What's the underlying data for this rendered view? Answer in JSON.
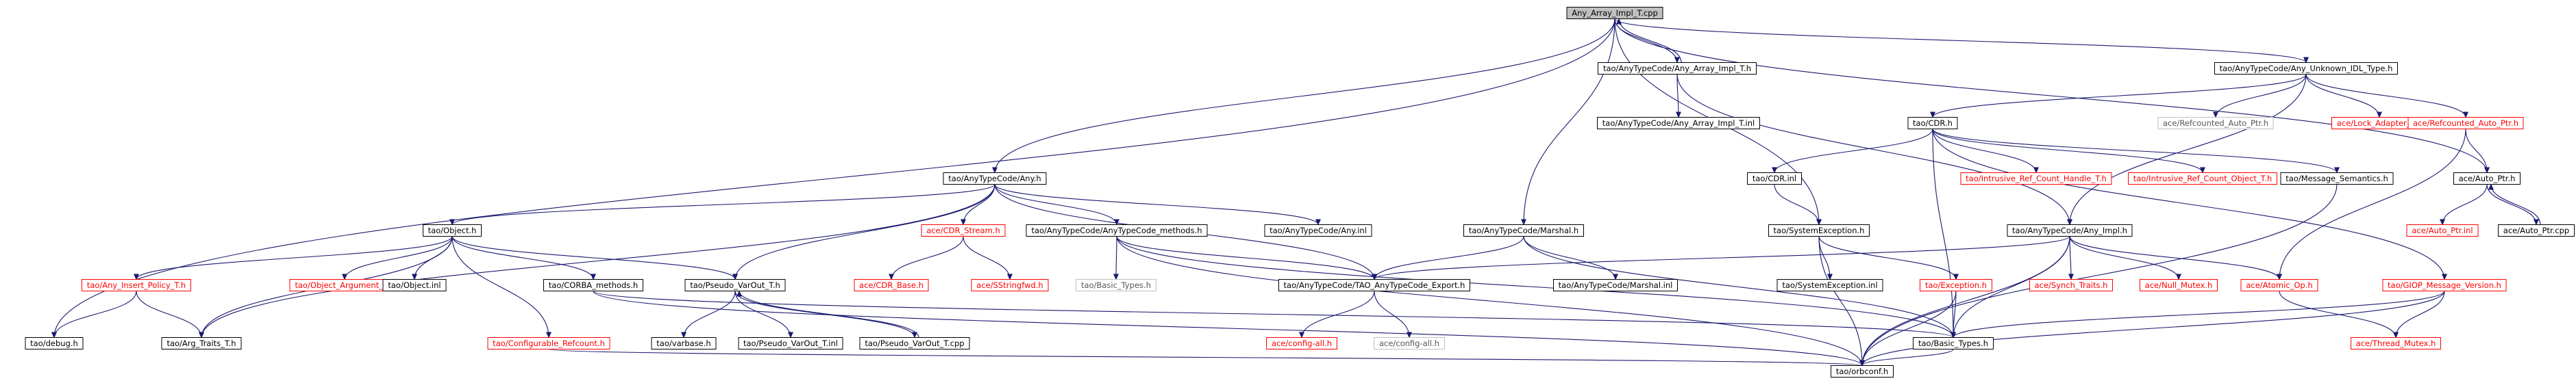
{
  "title": "Any_Array_Impl_T.cpp",
  "colors": {
    "root_fill": "#bfbfbf",
    "normal_border": "#000000",
    "normal_text": "#000000",
    "red_border": "#ff0000",
    "red_text": "#ff0000",
    "gray_border": "#bfbfbf",
    "gray_text": "#555555",
    "edge": "#191970"
  },
  "nodes": {
    "root": {
      "label": "Any_Array_Impl_T.cpp",
      "style": "root"
    },
    "debug": {
      "label": "tao/debug.h",
      "style": "normal"
    },
    "any": {
      "label": "tao/AnyTypeCode/Any.h",
      "style": "normal"
    },
    "aai": {
      "label": "tao/AnyTypeCode/Any_Array_Impl_T.h",
      "style": "normal"
    },
    "aainl": {
      "label": "tao/AnyTypeCode/Any_Array_Impl_T.inl",
      "style": "normal"
    },
    "marshal": {
      "label": "tao/AnyTypeCode/Marshal.h",
      "style": "normal"
    },
    "sysexc": {
      "label": "tao/SystemException.h",
      "style": "normal"
    },
    "unknown": {
      "label": "tao/AnyTypeCode/Any_Unknown_IDL_Type.h",
      "style": "normal"
    },
    "autoptr": {
      "label": "ace/Auto_Ptr.h",
      "style": "normal"
    },
    "cdr": {
      "label": "tao/CDR.h",
      "style": "normal"
    },
    "rcap": {
      "label": "ace/Refcounted_Auto_Ptr.h",
      "style": "gray"
    },
    "lockad": {
      "label": "ace/Lock_Adapter_T.h",
      "style": "red"
    },
    "rcap2": {
      "label": "ace/Refcounted_Auto_Ptr.h",
      "style": "red"
    },
    "object": {
      "label": "tao/Object.h",
      "style": "normal"
    },
    "cdrstream": {
      "label": "ace/CDR_Stream.h",
      "style": "red"
    },
    "atcmethods": {
      "label": "tao/AnyTypeCode/AnyTypeCode_methods.h",
      "style": "normal"
    },
    "anyinl": {
      "label": "tao/AnyTypeCode/Any.inl",
      "style": "normal"
    },
    "cdrinl": {
      "label": "tao/CDR.inl",
      "style": "normal"
    },
    "irch": {
      "label": "tao/Intrusive_Ref_Count_Handle_T.h",
      "style": "red"
    },
    "irco": {
      "label": "tao/Intrusive_Ref_Count_Object_T.h",
      "style": "red"
    },
    "msgsem": {
      "label": "tao/Message_Semantics.h",
      "style": "normal"
    },
    "anyimpl": {
      "label": "tao/AnyTypeCode/Any_Impl.h",
      "style": "normal"
    },
    "autoinl": {
      "label": "ace/Auto_Ptr.inl",
      "style": "red"
    },
    "autocpp": {
      "label": "ace/Auto_Ptr.cpp",
      "style": "normal"
    },
    "aip": {
      "label": "tao/Any_Insert_Policy_T.h",
      "style": "red"
    },
    "objarg": {
      "label": "tao/Object_Argument_T.h",
      "style": "red"
    },
    "objinl": {
      "label": "tao/Object.inl",
      "style": "normal"
    },
    "corbam": {
      "label": "tao/CORBA_methods.h",
      "style": "normal"
    },
    "pvo": {
      "label": "tao/Pseudo_VarOut_T.h",
      "style": "normal"
    },
    "cdrbase": {
      "label": "ace/CDR_Base.h",
      "style": "red"
    },
    "sstr": {
      "label": "ace/SStringfwd.h",
      "style": "red"
    },
    "basictypes_gray": {
      "label": "tao/Basic_Types.h",
      "style": "gray"
    },
    "export": {
      "label": "tao/AnyTypeCode/TAO_AnyTypeCode_Export.h",
      "style": "normal"
    },
    "marshalinl": {
      "label": "tao/AnyTypeCode/Marshal.inl",
      "style": "normal"
    },
    "sysexcinl": {
      "label": "tao/SystemException.inl",
      "style": "normal"
    },
    "exception": {
      "label": "tao/Exception.h",
      "style": "red"
    },
    "synch": {
      "label": "ace/Synch_Traits.h",
      "style": "red"
    },
    "nullmutex": {
      "label": "ace/Null_Mutex.h",
      "style": "red"
    },
    "atomic": {
      "label": "ace/Atomic_Op.h",
      "style": "red"
    },
    "giop": {
      "label": "tao/GIOP_Message_Version.h",
      "style": "red"
    },
    "argtraits": {
      "label": "tao/Arg_Traits_T.h",
      "style": "normal"
    },
    "confref": {
      "label": "tao/Configurable_Refcount.h",
      "style": "red"
    },
    "varbase": {
      "label": "tao/varbase.h",
      "style": "normal"
    },
    "pvoinl": {
      "label": "tao/Pseudo_VarOut_T.inl",
      "style": "normal"
    },
    "pvocpp": {
      "label": "tao/Pseudo_VarOut_T.cpp",
      "style": "normal"
    },
    "configall_red": {
      "label": "ace/config-all.h",
      "style": "red"
    },
    "configall_gray": {
      "label": "ace/config-all.h",
      "style": "gray"
    },
    "basictypes": {
      "label": "tao/Basic_Types.h",
      "style": "normal"
    },
    "threadmutex": {
      "label": "ace/Thread_Mutex.h",
      "style": "red"
    },
    "orbconf": {
      "label": "tao/orbconf.h",
      "style": "normal"
    }
  },
  "edges": [
    [
      "root",
      "debug"
    ],
    [
      "root",
      "any"
    ],
    [
      "root",
      "aai"
    ],
    [
      "root",
      "marshal"
    ],
    [
      "root",
      "sysexc"
    ],
    [
      "root",
      "unknown"
    ],
    [
      "root",
      "autoptr"
    ],
    [
      "aai",
      "root"
    ],
    [
      "aai",
      "aainl"
    ],
    [
      "aai",
      "anyimpl"
    ],
    [
      "unknown",
      "cdr"
    ],
    [
      "unknown",
      "rcap"
    ],
    [
      "unknown",
      "lockad"
    ],
    [
      "unknown",
      "rcap2"
    ],
    [
      "unknown",
      "anyimpl"
    ],
    [
      "cdr",
      "cdrinl"
    ],
    [
      "cdr",
      "irch"
    ],
    [
      "cdr",
      "irco"
    ],
    [
      "cdr",
      "msgsem"
    ],
    [
      "cdr",
      "giop"
    ],
    [
      "cdr",
      "basictypes"
    ],
    [
      "cdrinl",
      "sysexc"
    ],
    [
      "any",
      "object"
    ],
    [
      "any",
      "cdrstream"
    ],
    [
      "any",
      "atcmethods"
    ],
    [
      "any",
      "anyinl"
    ],
    [
      "any",
      "export"
    ],
    [
      "any",
      "argtraits"
    ],
    [
      "any",
      "pvo"
    ],
    [
      "object",
      "aip"
    ],
    [
      "object",
      "objarg"
    ],
    [
      "object",
      "objinl"
    ],
    [
      "object",
      "corbam"
    ],
    [
      "object",
      "pvo"
    ],
    [
      "object",
      "argtraits"
    ],
    [
      "object",
      "confref"
    ],
    [
      "aip",
      "debug"
    ],
    [
      "aip",
      "argtraits"
    ],
    [
      "corbam",
      "basictypes"
    ],
    [
      "corbam",
      "orbconf"
    ],
    [
      "pvo",
      "varbase"
    ],
    [
      "pvo",
      "pvoinl"
    ],
    [
      "pvo",
      "pvocpp"
    ],
    [
      "pvocpp",
      "pvo"
    ],
    [
      "confref",
      "orbconf"
    ],
    [
      "cdrstream",
      "cdrbase"
    ],
    [
      "cdrstream",
      "sstr"
    ],
    [
      "atcmethods",
      "basictypes_gray"
    ],
    [
      "atcmethods",
      "export"
    ],
    [
      "atcmethods",
      "basictypes"
    ],
    [
      "atcmethods",
      "orbconf"
    ],
    [
      "export",
      "configall_red"
    ],
    [
      "export",
      "configall_gray"
    ],
    [
      "marshal",
      "export"
    ],
    [
      "marshal",
      "marshalinl"
    ],
    [
      "marshal",
      "basictypes"
    ],
    [
      "sysexc",
      "sysexcinl"
    ],
    [
      "sysexc",
      "exception"
    ],
    [
      "sysexc",
      "orbconf"
    ],
    [
      "exception",
      "basictypes"
    ],
    [
      "exception",
      "orbconf"
    ],
    [
      "anyimpl",
      "export"
    ],
    [
      "anyimpl",
      "synch"
    ],
    [
      "anyimpl",
      "nullmutex"
    ],
    [
      "anyimpl",
      "atomic"
    ],
    [
      "anyimpl",
      "basictypes"
    ],
    [
      "anyimpl",
      "orbconf"
    ],
    [
      "atomic",
      "threadmutex"
    ],
    [
      "rcap2",
      "atomic"
    ],
    [
      "rcap2",
      "autoptr"
    ],
    [
      "autoptr",
      "autoinl"
    ],
    [
      "autoptr",
      "autocpp"
    ],
    [
      "autocpp",
      "autoptr"
    ],
    [
      "giop",
      "basictypes"
    ],
    [
      "giop",
      "threadmutex"
    ],
    [
      "giop",
      "orbconf"
    ],
    [
      "msgsem",
      "orbconf"
    ],
    [
      "basictypes",
      "orbconf"
    ]
  ]
}
